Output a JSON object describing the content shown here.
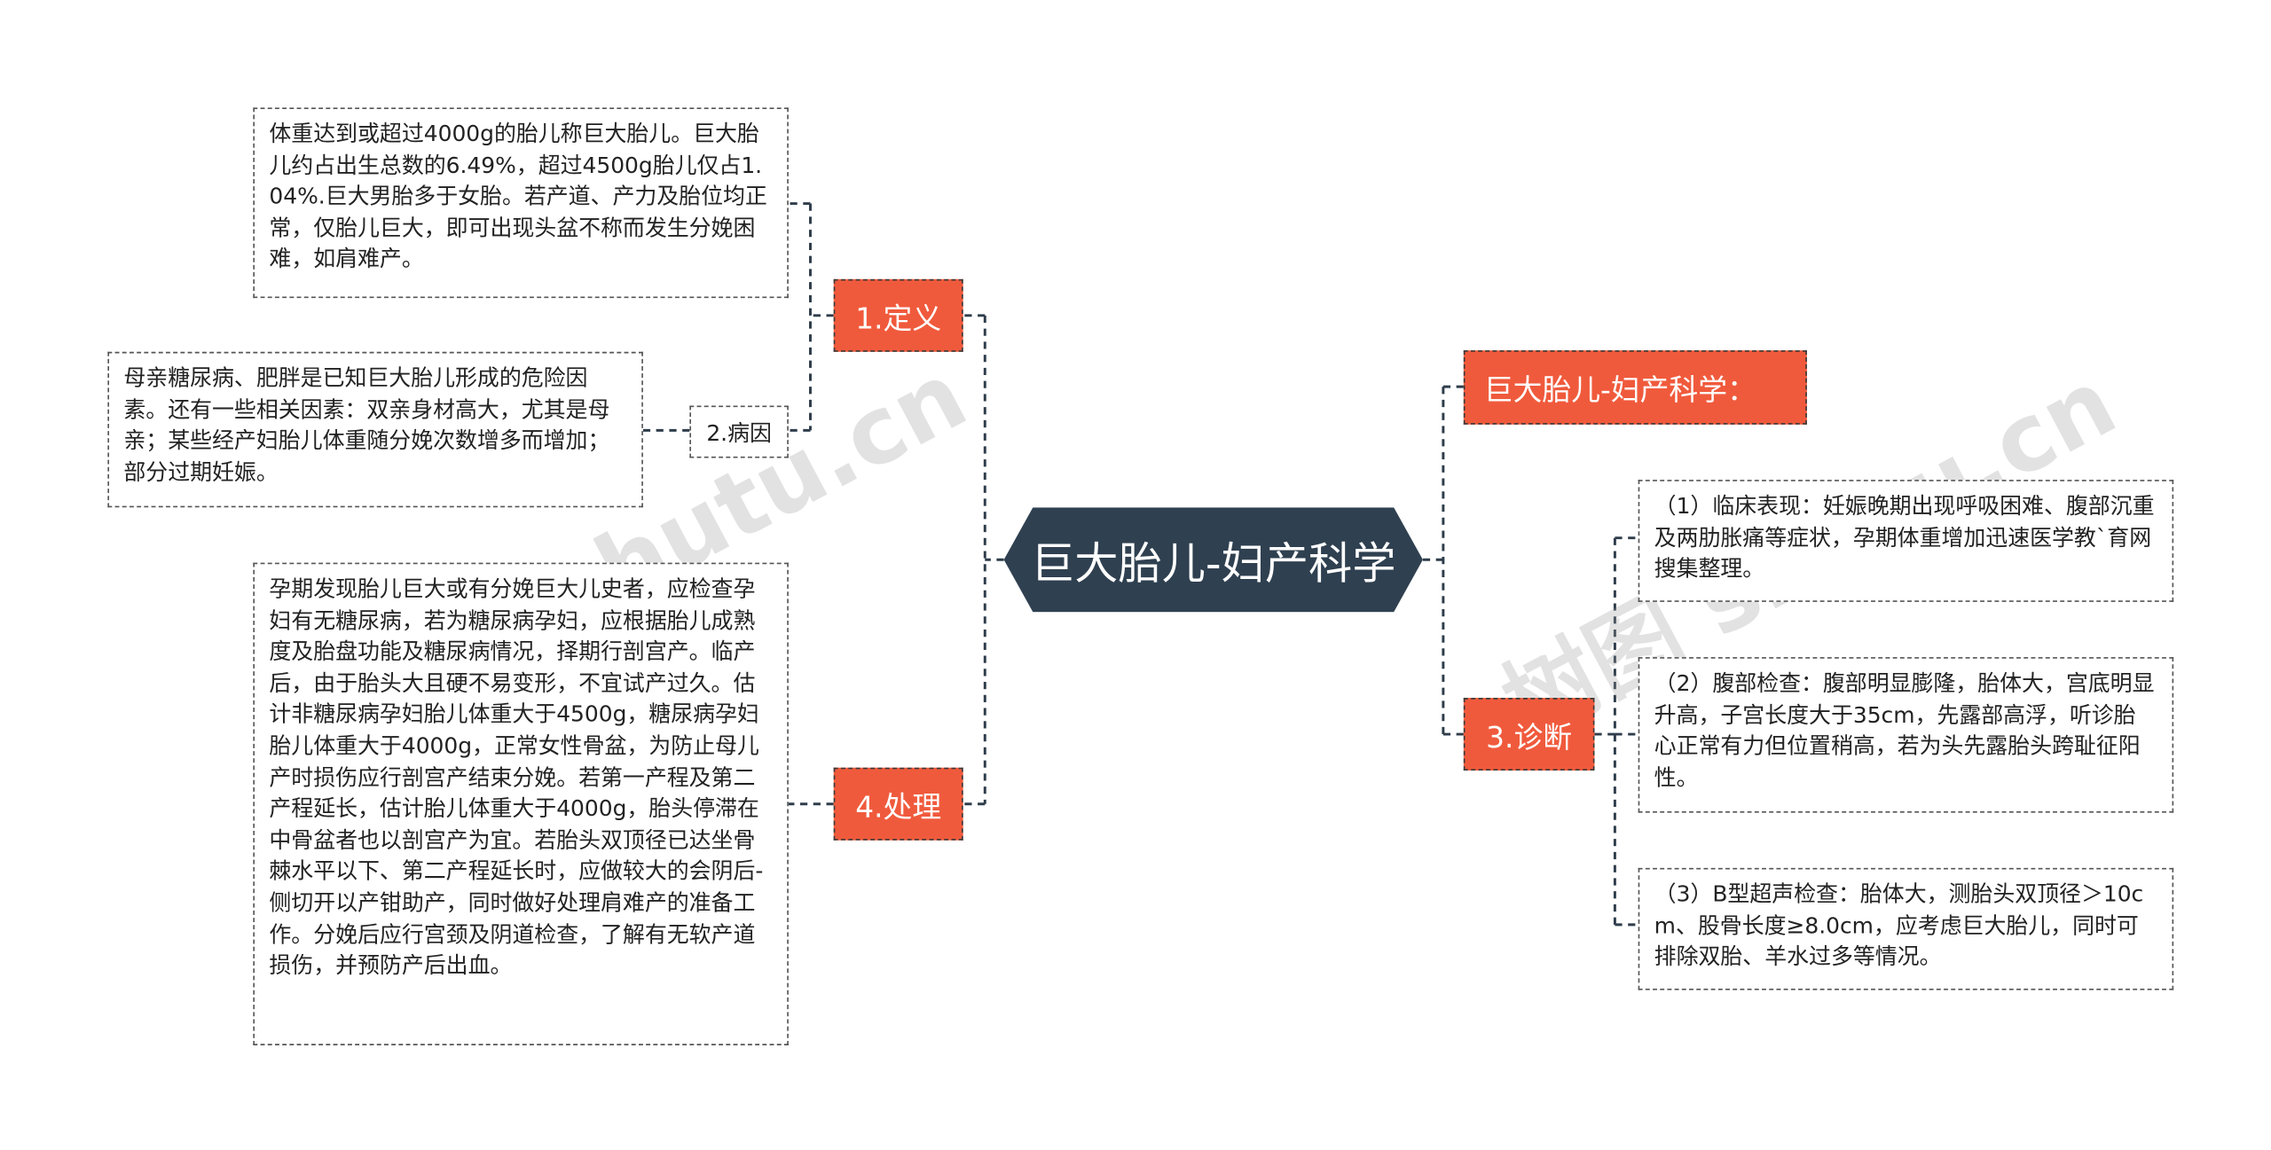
{
  "root": "巨大胎儿-妇产科学",
  "branches": {
    "definition": "1.定义",
    "treatment": "4.处理",
    "title_copy": "巨大胎儿-妇产科学：",
    "diagnosis": "3.诊断",
    "etiology": "2.病因"
  },
  "leaves": {
    "definition_text": "体重达到或超过4000g的胎儿称巨大胎儿。巨大胎儿约占出生总数的6.49%，超过4500g胎儿仅占1.04%.巨大男胎多于女胎。若产道、产力及胎位均正常，仅胎儿巨大，即可出现头盆不称而发生分娩困难，如肩难产。",
    "etiology_text": "母亲糖尿病、肥胖是已知巨大胎儿形成的危险因素。还有一些相关因素：双亲身材高大，尤其是母亲；某些经产妇胎儿体重随分娩次数增多而增加；部分过期妊娠。",
    "treatment_text": "孕期发现胎儿巨大或有分娩巨大儿史者，应检查孕妇有无糖尿病，若为糖尿病孕妇，应根据胎儿成熟度及胎盘功能及糖尿病情况，择期行剖宫产。临产后，由于胎头大且硬不易变形，不宜试产过久。估计非糖尿病孕妇胎儿体重大于4500g，糖尿病孕妇胎儿体重大于4000g，正常女性骨盆，为防止母儿产时损伤应行剖宫产结束分娩。若第一产程及第二产程延长，估计胎儿体重大于4000g，胎头停滞在中骨盆者也以剖宫产为宜。若胎头双顶径已达坐骨棘水平以下、第二产程延长时，应做较大的会阴后-侧切开以产钳助产，同时做好处理肩难产的准备工作。分娩后应行宫颈及阴道检查，了解有无软产道损伤，并预防产后出血。",
    "diag_clinical": "（1）临床表现：妊娠晚期出现呼吸困难、腹部沉重及两肋胀痛等症状，孕期体重增加迅速医学教`育网搜集整理。",
    "diag_abdomen": "（2）腹部检查：腹部明显膨隆，胎体大，宫底明显升高，子宫长度大于35cm，先露部高浮，听诊胎心正常有力但位置稍高，若为头先露胎头跨耻征阳性。",
    "diag_ultrasound": "（3）B型超声检查：胎体大，测胎头双顶径＞10cm、股骨长度≥8.0cm，应考虑巨大胎儿，同时可排除双胎、羊水过多等情况。"
  },
  "watermark": {
    "left": "树图 shutu.cn",
    "right": "树图 shutu.cn"
  },
  "colors": {
    "root_bg": "#2f4050",
    "branch_bg": "#f05a3c",
    "line": "#2f3d4b"
  }
}
